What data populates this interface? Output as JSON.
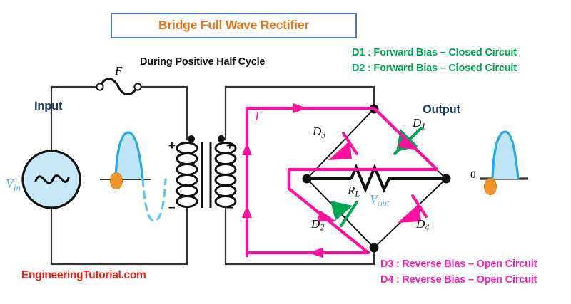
{
  "title": {
    "text": "Bridge Full Wave Rectifier",
    "border_color": "#4a7ebb",
    "text_color": "#e3761a"
  },
  "subheading": {
    "text": "During Positive Half Cycle"
  },
  "annotations": {
    "forward": [
      {
        "text": "D1 : Forward Bias – Closed Circuit",
        "color": "#00a550"
      },
      {
        "text": "D2 : Forward Bias – Closed Circuit",
        "color": "#00a550"
      }
    ],
    "reverse": [
      {
        "text": "D3 : Reverse  Bias – Open Circuit",
        "color": "#ff22b0"
      },
      {
        "text": "D4 : Reverse  Bias – Open Circuit",
        "color": "#ff22b0"
      }
    ]
  },
  "ports": {
    "input_label": "Input",
    "output_label": "Output",
    "label_color": "#1b3a6b"
  },
  "components": {
    "source_label": "V",
    "source_sub": "in",
    "fuse_label": "F",
    "current_label": "I",
    "load_label": "R",
    "load_sub": "L",
    "vout_label": "V",
    "vout_sub": "out",
    "diodes": [
      {
        "id": "D",
        "sub": "1",
        "state": "forward",
        "color": "#00a550"
      },
      {
        "id": "D",
        "sub": "2",
        "state": "forward",
        "color": "#00a550"
      },
      {
        "id": "D",
        "sub": "3",
        "state": "reverse",
        "color": "#ff0f9f"
      },
      {
        "id": "D",
        "sub": "4",
        "state": "reverse",
        "color": "#ff0f9f"
      }
    ],
    "polarity": {
      "primary_plus": "+",
      "primary_minus": "–",
      "secondary_plus": "+",
      "secondary_minus": "–"
    }
  },
  "waveforms": {
    "input": {
      "positive_style": "solid-filled",
      "negative_style": "dashed",
      "color": "#29a8e0",
      "fill": "#bfe4f7"
    },
    "output": {
      "zero_label": "0",
      "pulse_style": "solid-filled",
      "color": "#29a8e0",
      "fill": "#bfe4f7"
    },
    "marker_color": "#f0962b"
  },
  "current_path": {
    "color": "#ff0f9f",
    "description": "positive half cycle conduction loop through D1 and D2"
  },
  "brand": {
    "text": "EngineeringTutorial.com",
    "color": "#ee1c12"
  }
}
